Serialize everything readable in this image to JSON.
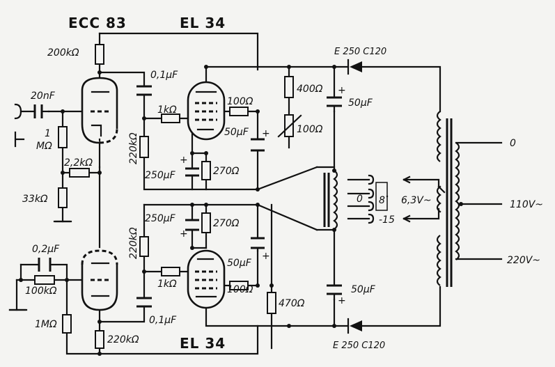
{
  "tubes": {
    "ecc83": "ECC 83",
    "el34_top": "EL 34",
    "el34_bottom": "EL 34"
  },
  "components": {
    "r_200k": "200kΩ",
    "c_01_top": "0,1µF",
    "c_20n": "20nF",
    "r_1m_in": "1",
    "r_1m_in_b": "MΩ",
    "r_22k": "2,2kΩ",
    "r_33k": "33kΩ",
    "r_220k_top": "220kΩ",
    "r_1k_top": "1kΩ",
    "r_100_top": "100Ω",
    "c_50_top": "50µF",
    "c_250_top": "250µF",
    "r_270_top": "270Ω",
    "r_400": "400Ω",
    "r_100_var": "100Ω",
    "c_50_supply_top": "50µF",
    "diode_top": "E 250 C120",
    "c_250_bot": "250µF",
    "r_270_bot": "270Ω",
    "r_220k_bot": "220kΩ",
    "c_02": "0,2µF",
    "r_100k_fb": "100kΩ",
    "r_1m_fb": "1MΩ",
    "r_1k_bot": "1kΩ",
    "c_50_bot": "50µF",
    "r_100_bot": "100Ω",
    "r_470": "470Ω",
    "c_50_supply_bot": "50µF",
    "c_01_bot": "0,1µF",
    "r_220k_plate": "220kΩ",
    "diode_bot": "E 250 C120"
  },
  "output_taps": {
    "t0": "0",
    "t8": "8",
    "t15": "-15"
  },
  "transformer": {
    "heater": "6,3V~",
    "tap0": "0",
    "tap110": "110V~",
    "tap220": "220V~"
  },
  "plus_sign": "+"
}
